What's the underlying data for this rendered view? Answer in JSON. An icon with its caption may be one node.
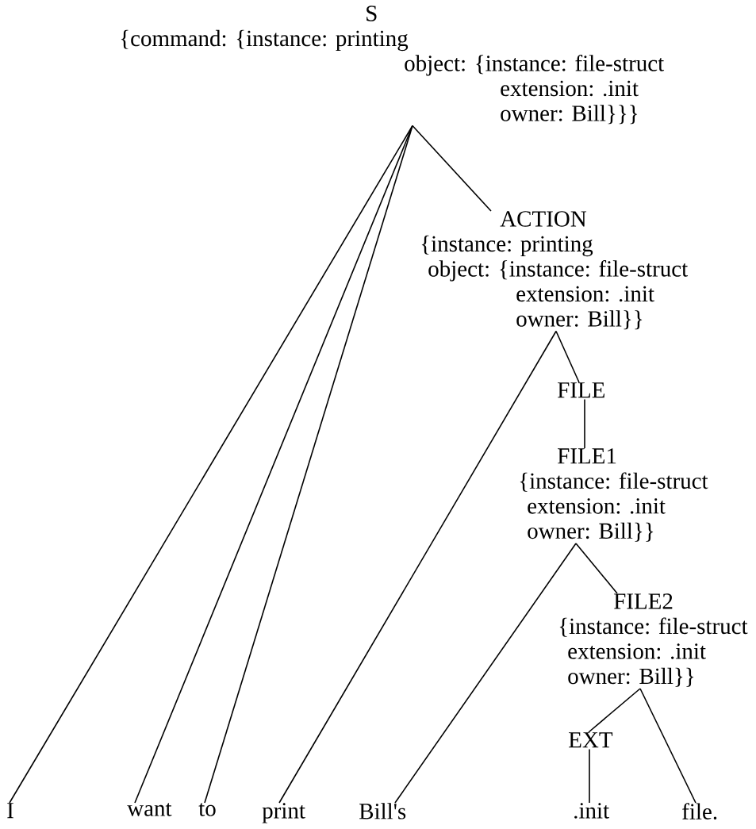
{
  "diagram": {
    "nodes": [
      {
        "text": [
          "S",
          "{command: {instance: printing",
          "object: {instance: file-struct",
          "extension: .init",
          "owner: Bill}}}"
        ]
      },
      {
        "text": [
          "ACTION",
          "{instance: printing",
          "object: {instance: file-struct",
          "extension: .init",
          "owner: Bill}}"
        ]
      },
      {
        "text": [
          "FILE"
        ]
      },
      {
        "text": [
          "FILE1",
          "{instance: file-struct",
          "extension: .init",
          "owner: Bill}}"
        ]
      },
      {
        "text": [
          "FILE2",
          "{instance: file-struct",
          "extension: .init",
          "owner: Bill}}"
        ]
      },
      {
        "text": [
          "EXT"
        ]
      },
      {
        "text": [
          "I"
        ]
      },
      {
        "text": [
          "want"
        ]
      },
      {
        "text": [
          "to"
        ]
      },
      {
        "text": [
          "print"
        ]
      },
      {
        "text": [
          "Bill's"
        ]
      },
      {
        "text": [
          ".init"
        ]
      },
      {
        "text": [
          "file."
        ]
      }
    ],
    "edges": [
      {
        "from": 0,
        "to": 6,
        "arrow": "none"
      },
      {
        "from": 0,
        "to": 7,
        "arrow": "none"
      },
      {
        "from": 0,
        "to": 8,
        "arrow": "none"
      },
      {
        "from": 0,
        "to": 1,
        "arrow": "none"
      },
      {
        "from": 1,
        "to": 9,
        "arrow": "none"
      },
      {
        "from": 1,
        "to": 2,
        "arrow": "none"
      },
      {
        "from": 2,
        "to": 3,
        "arrow": "none"
      },
      {
        "from": 3,
        "to": 10,
        "arrow": "none"
      },
      {
        "from": 3,
        "to": 4,
        "arrow": "none"
      },
      {
        "from": 4,
        "to": 5,
        "arrow": "none"
      },
      {
        "from": 4,
        "to": 12,
        "arrow": "none"
      },
      {
        "from": 5,
        "to": 11,
        "arrow": "none"
      }
    ]
  }
}
